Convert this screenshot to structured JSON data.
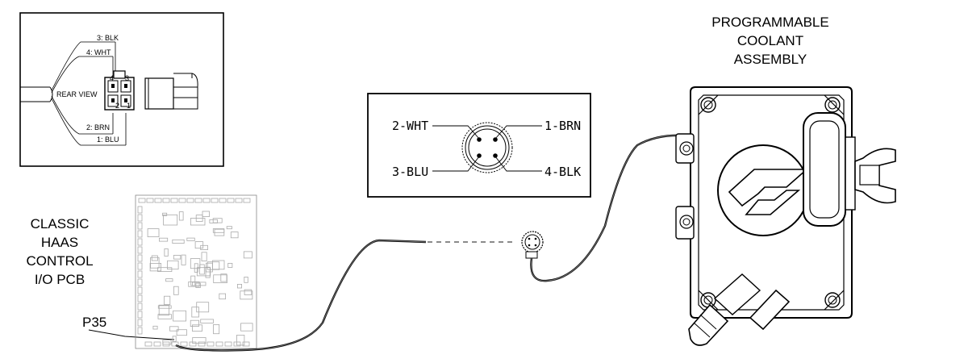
{
  "connector_inset": {
    "rear_view_label": "REAR VIEW",
    "pins": [
      {
        "label": "3: BLK"
      },
      {
        "label": "4: WHT"
      },
      {
        "label": "2: BRN"
      },
      {
        "label": "1: BLU"
      }
    ],
    "pin_numbers": [
      "4",
      "3",
      "2",
      "1"
    ]
  },
  "m12_inset": {
    "pins": [
      {
        "label": "2-WHT"
      },
      {
        "label": "1-BRN"
      },
      {
        "label": "3-BLU"
      },
      {
        "label": "4-BLK"
      }
    ]
  },
  "pcb": {
    "title_lines": [
      "CLASSIC",
      "HAAS",
      "CONTROL",
      "I/O PCB"
    ],
    "connector_label": "P35"
  },
  "assembly": {
    "title_lines": [
      "PROGRAMMABLE",
      "COOLANT",
      "ASSEMBLY"
    ]
  }
}
